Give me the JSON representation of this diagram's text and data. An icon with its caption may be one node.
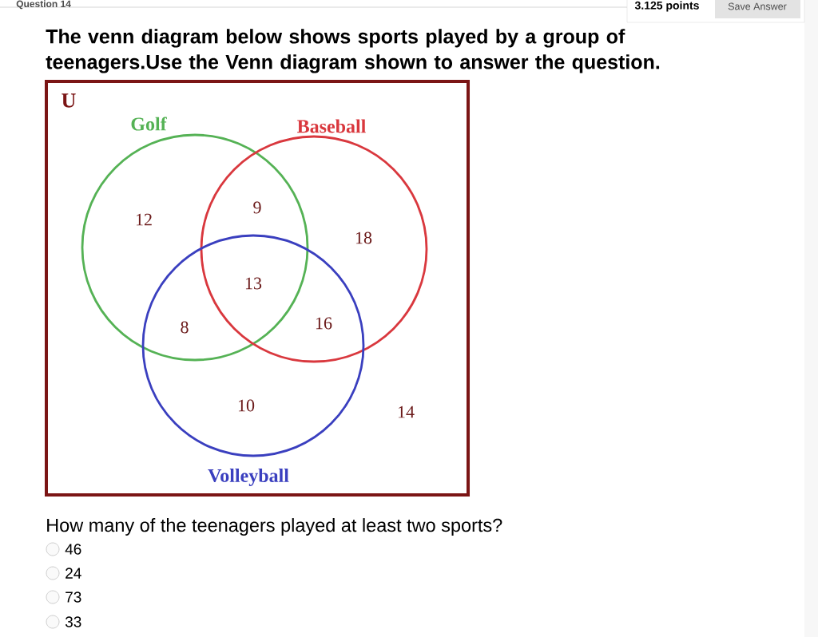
{
  "diagram": {
    "title": "The venn diagram below shows sports played by a group of teenagers.Use the Venn diagram shown to answer the question.",
    "nodes": [
      {
        "text": [
          "U"
        ]
      },
      {
        "text": [
          "Golf"
        ],
        "in": 0
      },
      {
        "text": [
          "Baseball"
        ],
        "in": 0
      },
      {
        "text": [
          "Volleyball"
        ],
        "in": 0
      }
    ],
    "labels": [
      "Question 14",
      "3.125 points",
      "Save Answer",
      "12",
      "9",
      "18",
      "13",
      "8",
      "16",
      "10",
      "14",
      "How many of the teenagers played at least two sports?",
      "46",
      "24",
      "73",
      "33"
    ]
  }
}
